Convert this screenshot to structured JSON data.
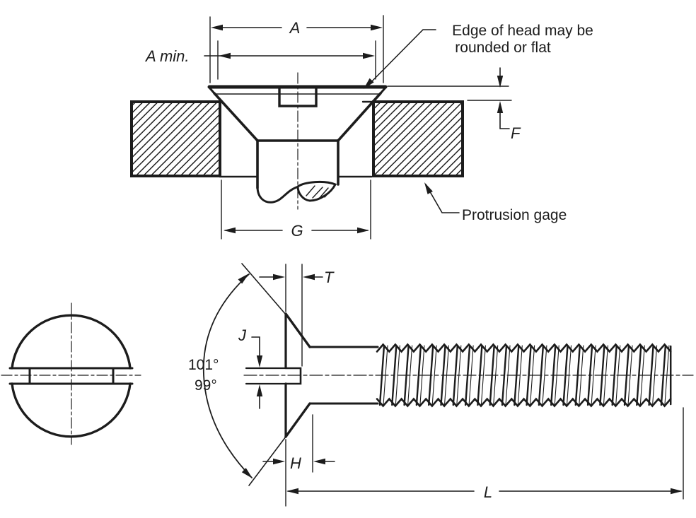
{
  "drawing": {
    "type": "engineering-diagram",
    "subject": "slotted flat countersunk head screw with protrusion gage",
    "colors": {
      "ink": "#1c1c1c",
      "background": "#ffffff"
    },
    "notes": {
      "edge_note_line1": "Edge of head may be",
      "edge_note_line2": "rounded or flat",
      "protrusion_gage": "Protrusion gage"
    },
    "dimensions": {
      "A": "A",
      "A_min": "A min.",
      "F": "F",
      "G": "G",
      "T": "T",
      "J": "J",
      "H": "H",
      "L": "L"
    },
    "angles": {
      "max": "101°",
      "min": "99°"
    }
  }
}
